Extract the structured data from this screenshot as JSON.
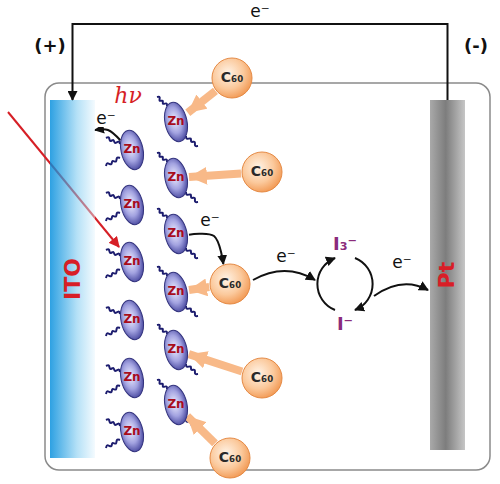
{
  "diagram": {
    "nodes": [
      {
        "text": [
          "ITO"
        ]
      },
      {
        "text": [
          "Zn"
        ]
      },
      {
        "text": [
          "Zn"
        ]
      },
      {
        "text": [
          "Zn"
        ]
      },
      {
        "text": [
          "Zn"
        ]
      },
      {
        "text": [
          "Zn"
        ]
      },
      {
        "text": [
          "Zn"
        ]
      },
      {
        "text": [
          "Zn"
        ]
      },
      {
        "text": [
          "Zn"
        ]
      },
      {
        "text": [
          "Zn"
        ]
      },
      {
        "text": [
          "Zn"
        ]
      },
      {
        "text": [
          "Zn"
        ]
      },
      {
        "text": [
          "Zn"
        ]
      },
      {
        "text": [
          "C₆₀"
        ]
      },
      {
        "text": [
          "C₆₀"
        ]
      },
      {
        "text": [
          "C₆₀"
        ]
      },
      {
        "text": [
          "C₆₀"
        ]
      },
      {
        "text": [
          "C₆₀"
        ]
      },
      {
        "text": [
          "Pt"
        ]
      }
    ],
    "edges": [
      {
        "from": 18,
        "to": 0,
        "label": "e⁻",
        "arrow": "to"
      },
      {
        "from": 2,
        "to": 0,
        "label": "e⁻",
        "arrow": "to"
      },
      {
        "from": 5,
        "to": 15,
        "label": "e⁻",
        "arrow": "to"
      },
      {
        "from": 13,
        "to": 1,
        "arrow": "to"
      },
      {
        "from": 14,
        "to": 3,
        "arrow": "to"
      },
      {
        "from": 15,
        "to": 7,
        "arrow": "to"
      },
      {
        "from": 16,
        "to": 9,
        "arrow": "to"
      },
      {
        "from": 17,
        "to": 11,
        "arrow": "to"
      }
    ],
    "labels": [
      "(+)",
      "(-)",
      "hν",
      "e⁻",
      "I₃⁻",
      "I⁻",
      "e⁻"
    ]
  }
}
